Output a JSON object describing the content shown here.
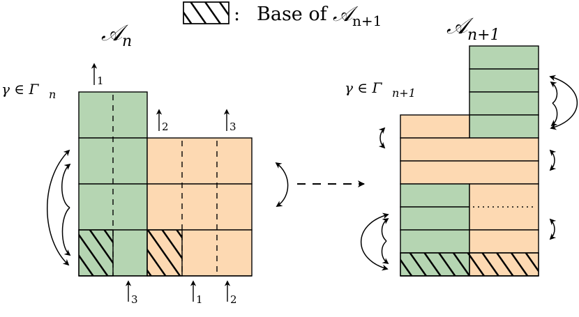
{
  "legend": {
    "separator": ": ",
    "text": "Base of ",
    "symbol": "𝒜",
    "subscript": "n+1"
  },
  "left": {
    "title_symbol": "𝒜",
    "title_subscript": "n",
    "gamma_label": "γ ∈ Γ",
    "gamma_subscript": "n",
    "top_arrow_labels": [
      "1",
      "2",
      "3"
    ],
    "bottom_arrow_labels": [
      "3",
      "1",
      "2"
    ]
  },
  "right": {
    "title_symbol": "𝒜",
    "title_subscript": "n+1",
    "gamma_label": "γ ∈ Γ",
    "gamma_subscript": "n+1"
  },
  "colors": {
    "green": "#b5d5b2",
    "orange": "#fdd9b2",
    "stroke": "#000000"
  }
}
